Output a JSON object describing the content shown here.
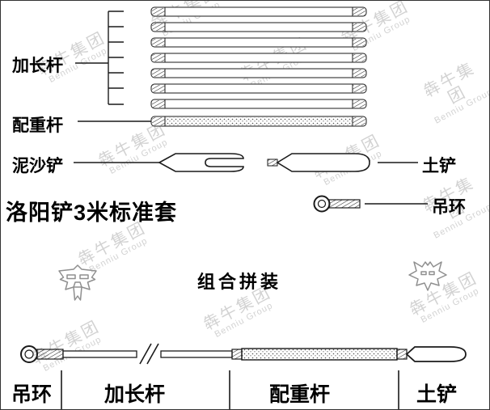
{
  "page": {
    "title": "洛阳铲3米标准套"
  },
  "labels": {
    "extension_rod": "加长杆",
    "counterweight_rod": "配重杆",
    "mud_shovel": "泥沙铲",
    "soil_shovel": "土铲",
    "lifting_ring": "吊环",
    "assembly_title": "组合拼装"
  },
  "bottom_labels": {
    "ring": "吊环",
    "extension": "加长杆",
    "counterweight": "配重杆",
    "shovel": "土铲"
  },
  "watermark": {
    "cn": "犇牛集团",
    "en": "Benniu Group"
  },
  "diagram": {
    "extension_rod_count": 7,
    "line_color": "#1a1a1a"
  }
}
